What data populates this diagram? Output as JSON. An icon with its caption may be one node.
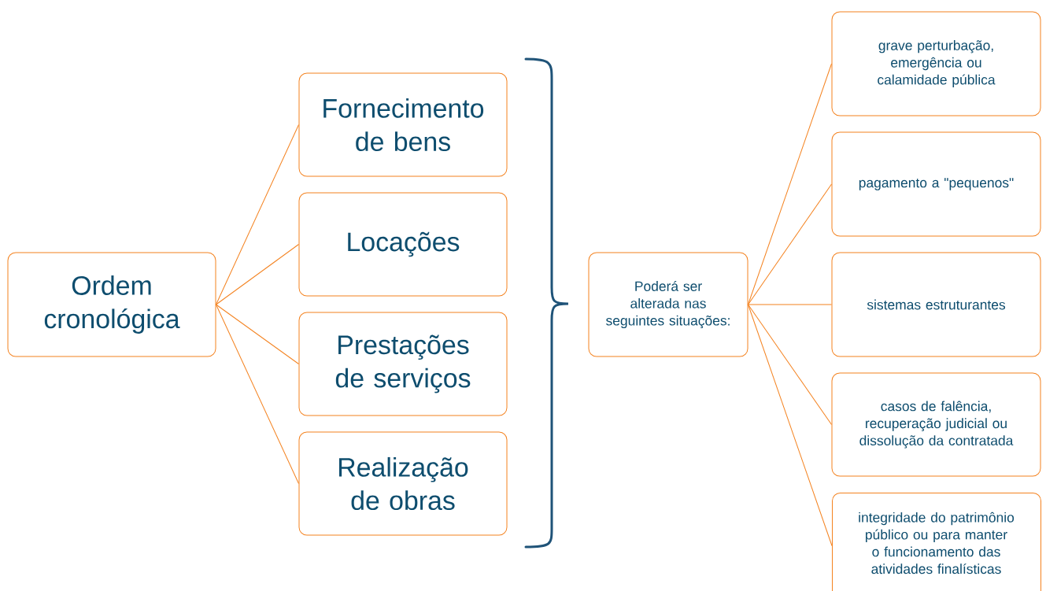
{
  "diagram": {
    "nodes": [
      {
        "text": [
          "Ordem cronológica"
        ]
      },
      {
        "text": [
          "Fornecimento de bens"
        ]
      },
      {
        "text": [
          "Locações"
        ]
      },
      {
        "text": [
          "Prestações de serviços"
        ]
      },
      {
        "text": [
          "Realização de obras"
        ]
      },
      {
        "text": [
          "Poderá ser alterada nas seguintes situações:"
        ]
      },
      {
        "text": [
          "grave perturbação, emergência ou calamidade pública"
        ]
      },
      {
        "text": [
          "pagamento a \"pequenos\""
        ]
      },
      {
        "text": [
          "sistemas estruturantes"
        ]
      },
      {
        "text": [
          "casos de falência, recuperação judicial ou dissolução da contratada"
        ]
      },
      {
        "text": [
          "integridade do patrimônio público ou para manter o funcionamento das atividades finalísticas"
        ]
      }
    ],
    "edges": [
      {
        "from": 0,
        "to": 1,
        "arrow": "none"
      },
      {
        "from": 0,
        "to": 2,
        "arrow": "none"
      },
      {
        "from": 0,
        "to": 3,
        "arrow": "none"
      },
      {
        "from": 0,
        "to": 4,
        "arrow": "none"
      },
      {
        "from": 5,
        "to": 6,
        "arrow": "none"
      },
      {
        "from": 5,
        "to": 7,
        "arrow": "none"
      },
      {
        "from": 5,
        "to": 8,
        "arrow": "none"
      },
      {
        "from": 5,
        "to": 9,
        "arrow": "none"
      },
      {
        "from": 5,
        "to": 10,
        "arrow": "none"
      }
    ]
  }
}
